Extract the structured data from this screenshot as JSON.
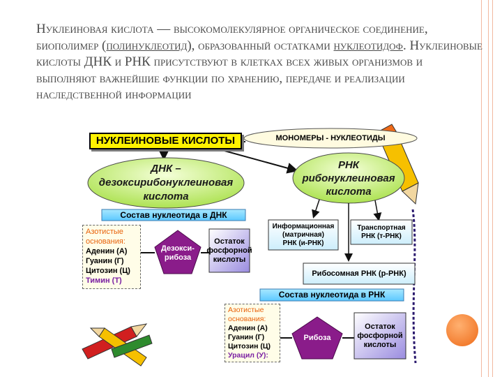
{
  "heading": {
    "term": "Нуклеиновая кислота",
    "part1": " — высокомолекулярное органическое соединение, биополимер (",
    "link1": "полинуклеотид",
    "part2": "), образованный остатками ",
    "link2": "нуклеотидоф",
    "part3": ". Нуклеиновые кислоты ДНК и РНК присутствуют в клетках всех живых организмов и выполняют важнейшие функции по хранению, передаче и реализации наследственной информации"
  },
  "diagram": {
    "title": "НУКЛЕИНОВЫЕ КИСЛОТЫ",
    "monomers": "МОНОМЕРЫ - НУКЛЕОТИДЫ",
    "dna": {
      "line1": "ДНК –",
      "line2": "дезоксирибонуклеиновая",
      "line3": "кислота"
    },
    "rna": {
      "line1": "РНК",
      "line2": "рибонуклеиновая",
      "line3": "кислота"
    },
    "dna_composition": "Состав нуклеотида в ДНК",
    "rna_composition": "Состав нуклеотида в РНК",
    "mrna": {
      "line1": "Информационная",
      "line2": "(матричная)",
      "line3": "РНК (и-РНК)"
    },
    "trna": {
      "line1": "Транспортная",
      "line2": "РНК (т-РНК)"
    },
    "rrna": "Рибосомная РНК (р-РНК)",
    "dna_bases": {
      "heading1": "Азотистые",
      "heading2": "основания:",
      "items": [
        "Аденин (А)",
        "Гуанин (Г)",
        "Цитозин (Ц)"
      ],
      "specific": "Тимин (Т)"
    },
    "rna_bases": {
      "heading1": "Азотистые",
      "heading2": "основания:",
      "items": [
        "Аденин (А)",
        "Гуанин (Г)",
        "Цитозин (Ц)"
      ],
      "specific": "Урацил (У):"
    },
    "deoxyribose": {
      "line1": "Дезокси-",
      "line2": "рибоза"
    },
    "ribose": "Рибоза",
    "phosphate_dna": {
      "line1": "Остаток",
      "line2": "фосфорной",
      "line3": "кислоты"
    },
    "phosphate_rna": {
      "line1": "Остаток",
      "line2": "фосфорной",
      "line3": "кислоты"
    }
  },
  "colors": {
    "title_fill": "#fff200",
    "oval_fill": "#c8f07a",
    "composition_fill": "#6fd0ff",
    "pentagon_fill": "#8a1c8a",
    "accent_orange": "#ee6a18",
    "purple_text": "#7a1fa2"
  }
}
